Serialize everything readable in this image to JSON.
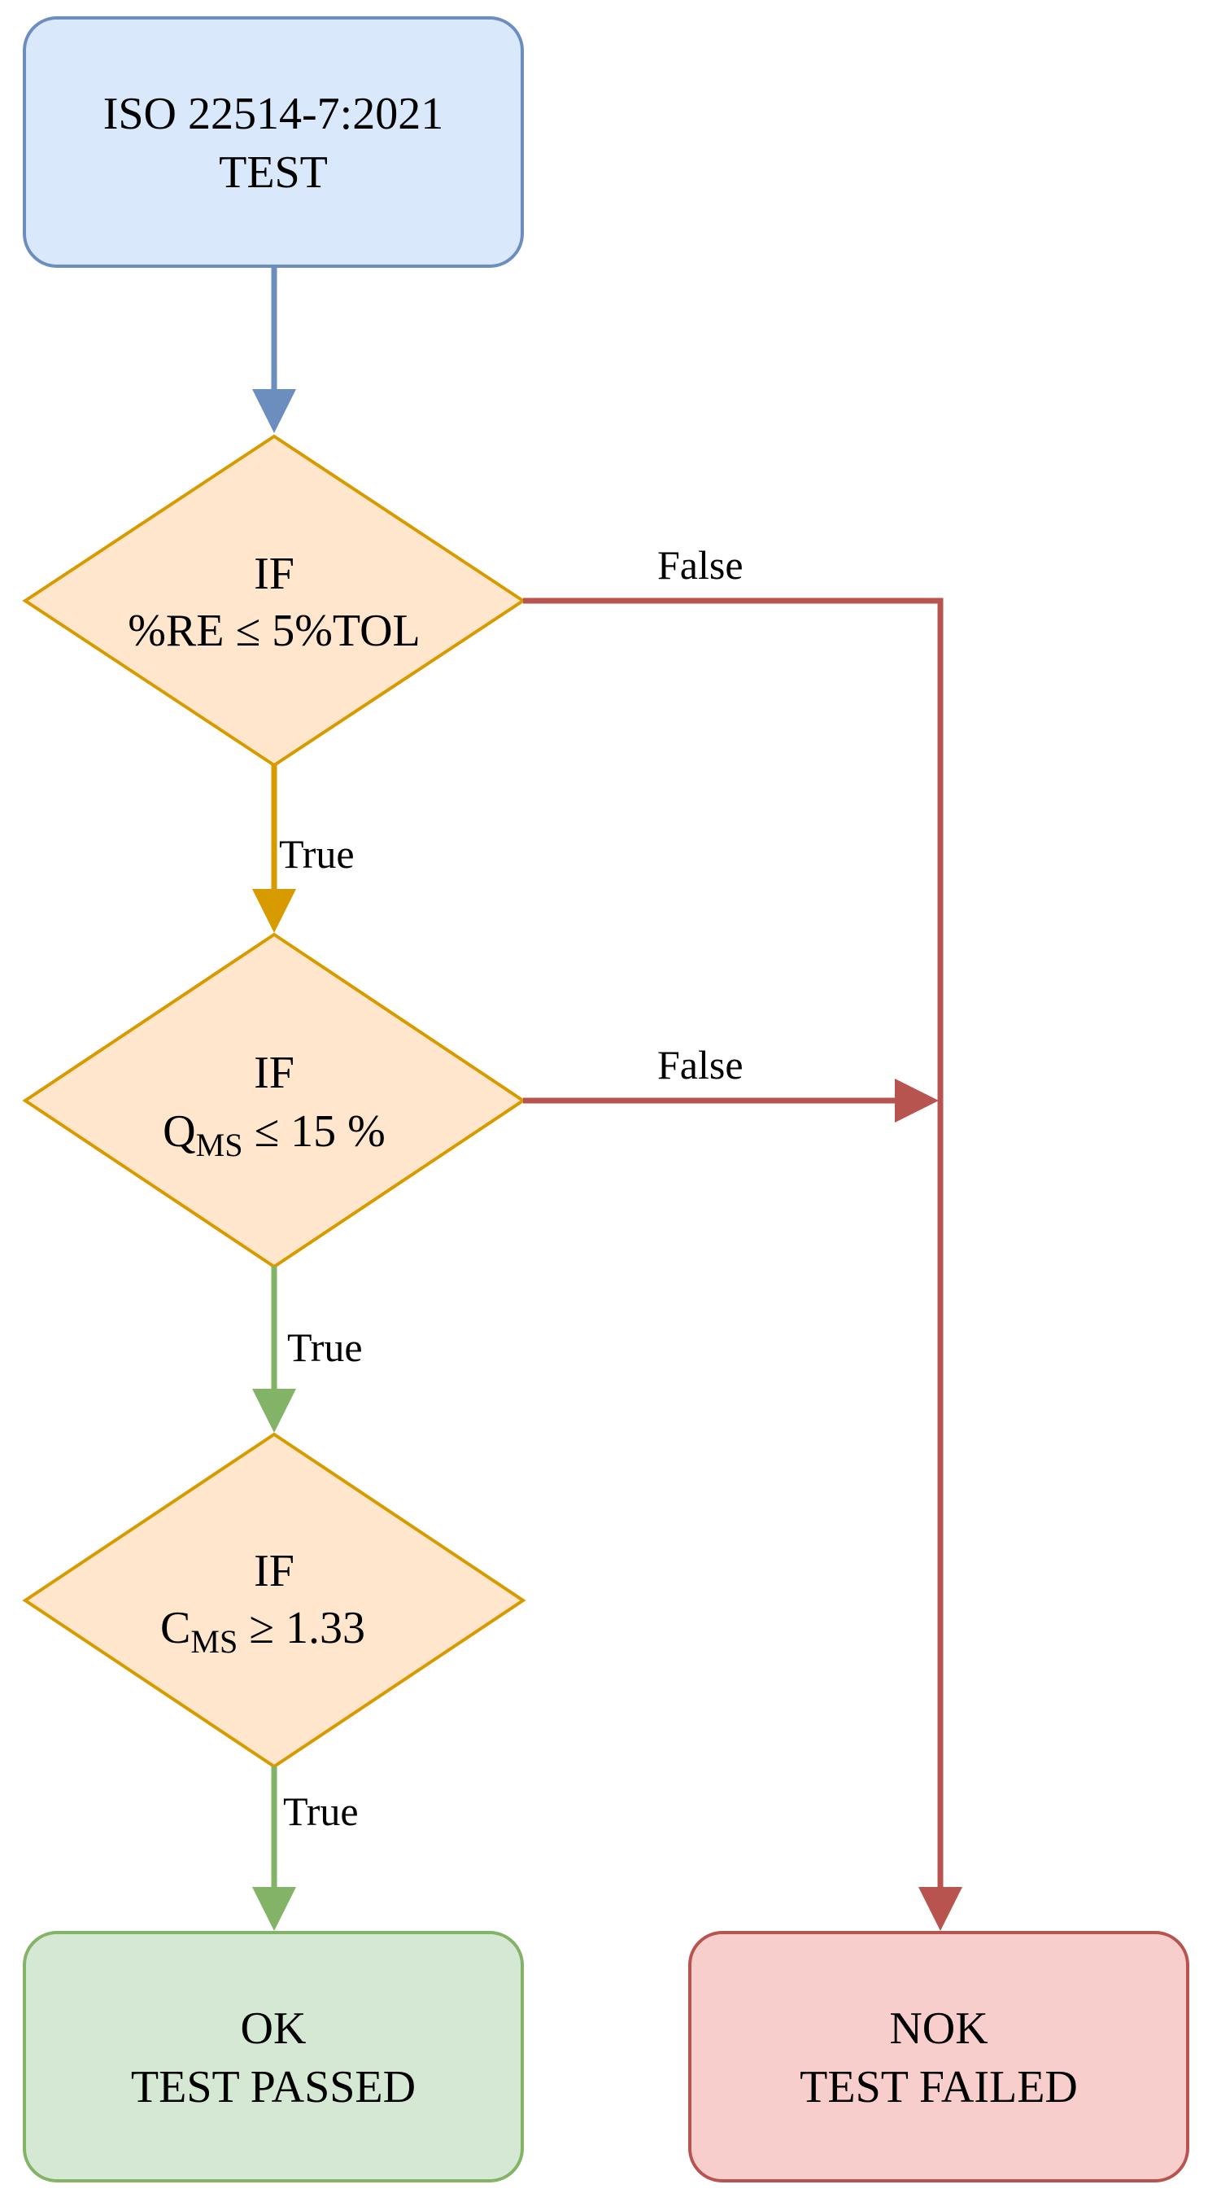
{
  "start": {
    "line1": "ISO 22514-7:2021",
    "line2": "TEST"
  },
  "decision1": {
    "line1": "IF",
    "text": "%RE ≤  5%TOL"
  },
  "decision2": {
    "line1": "IF",
    "symbol": "Q",
    "subscript": "MS",
    "condition": " ≤ 15 %"
  },
  "decision3": {
    "line1": "IF",
    "symbol": "C",
    "subscript": "MS",
    "condition": " ≥ 1.33"
  },
  "edges": {
    "true_label": "True",
    "false_label": "False"
  },
  "ok": {
    "line1": "OK",
    "line2": "TEST PASSED"
  },
  "nok": {
    "line1": "NOK",
    "line2": "TEST FAILED"
  },
  "colors": {
    "start_fill": "#dae8fc",
    "start_stroke": "#6c8ebf",
    "decision_fill": "#ffe6cc",
    "decision_stroke": "#d79b00",
    "ok_fill": "#d5e8d4",
    "ok_stroke": "#82b366",
    "nok_fill": "#f8cecc",
    "nok_stroke": "#b85450"
  }
}
